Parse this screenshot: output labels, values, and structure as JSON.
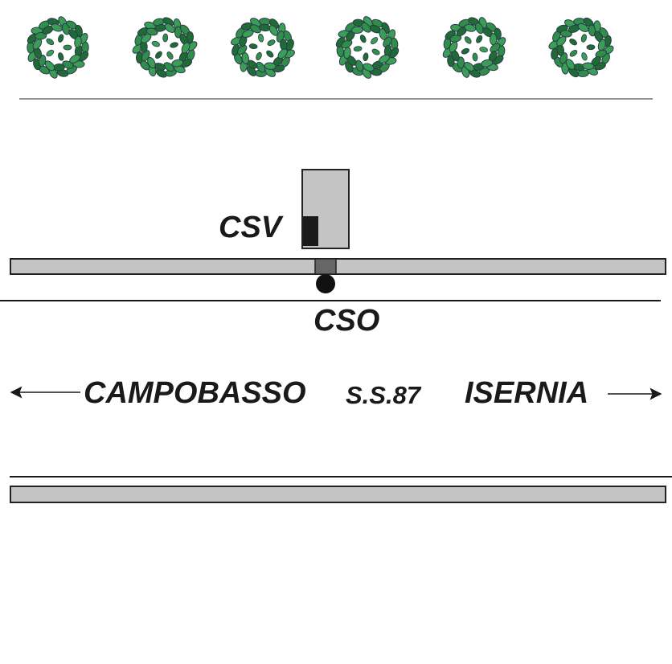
{
  "labels": {
    "csv": "CSV",
    "cso": "CSO",
    "city_left": "CAMPOBASSO",
    "road": "S.S.87",
    "city_right": "ISERNIA"
  },
  "trees": {
    "count": 6,
    "icon": "wreath-tree-icon",
    "leaf_colors": [
      "#2f8f4a",
      "#1e6b35",
      "#3a9e56"
    ],
    "leaf_outline": "#2b3a4a"
  },
  "colors": {
    "ink": "#1a1a1a",
    "barrier_fill": "#c4c4c4",
    "barrier_stroke": "#222222",
    "cabinet_fill": "#c4c4c4",
    "sensor_fill": "#666666",
    "dark_block": "#1a1a1a"
  }
}
